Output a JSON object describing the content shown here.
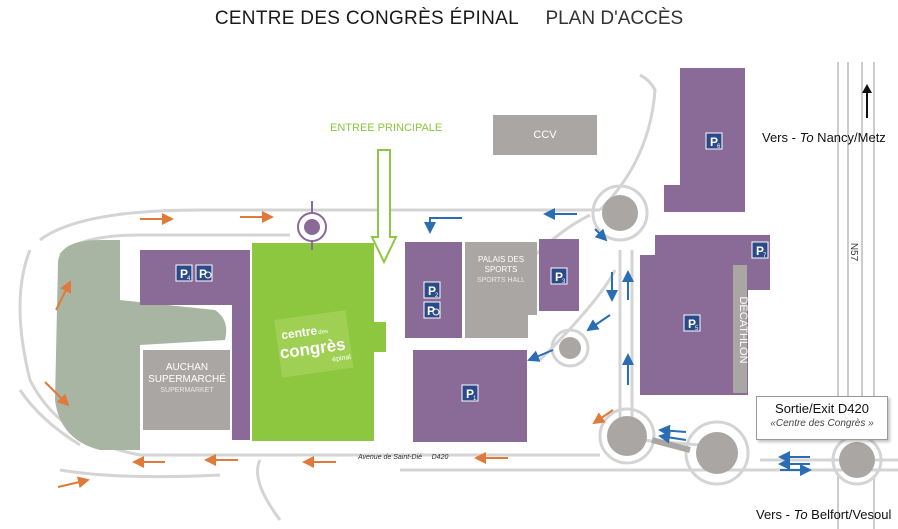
{
  "header": {
    "title": "CENTRE DES CONGRÈS ÉPINAL",
    "subtitle": "PLAN D'ACCÈS"
  },
  "labels": {
    "entrance": "ENTREE PRINCIPALE",
    "ccv": "CCV",
    "palais_line1": "PALAIS DES",
    "palais_line2": "SPORTS",
    "palais_line3": "SPORTS HALL",
    "auchan_line1": "AUCHAN",
    "auchan_line2": "SUPERMARCHÉ",
    "auchan_line3": "SUPERMARKET",
    "decathlon": "DECATHLON",
    "road_n57": "N57",
    "avenue_name": "Avenue de Saint-Dié",
    "avenue_code": "D420",
    "logo_line1": "centre",
    "logo_small": "des",
    "logo_line2": "congrès",
    "logo_line3": "épinal"
  },
  "parkings": [
    {
      "label": "P",
      "num": "4"
    },
    {
      "label": "P",
      "num": "2"
    },
    {
      "label": "P",
      "num": "3"
    },
    {
      "label": "P",
      "num": "1"
    },
    {
      "label": "P",
      "num": "5"
    },
    {
      "label": "P",
      "num": "6"
    },
    {
      "label": "P",
      "num": "7"
    }
  ],
  "accessible_icon": "wheelchair-icon",
  "exit": {
    "title": "Sortie/Exit D420",
    "subtitle": "«Centre des Congrès »"
  },
  "destinations": {
    "north": {
      "prefix": "Vers - ",
      "to": "To",
      "place": " Nancy/Metz"
    },
    "south": {
      "prefix": "Vers - ",
      "to": "To",
      "place": " Belfort/Vesoul"
    }
  },
  "colors": {
    "building": "#8a6a96",
    "congres": "#8dc63f",
    "grey_building": "#a9a6a3",
    "park": "#a8b5a3",
    "parking_sign": "#2b4a8a",
    "arrow_orange": "#e07a3a",
    "arrow_blue": "#2a6db3",
    "entrance_green": "#8dc63f"
  }
}
